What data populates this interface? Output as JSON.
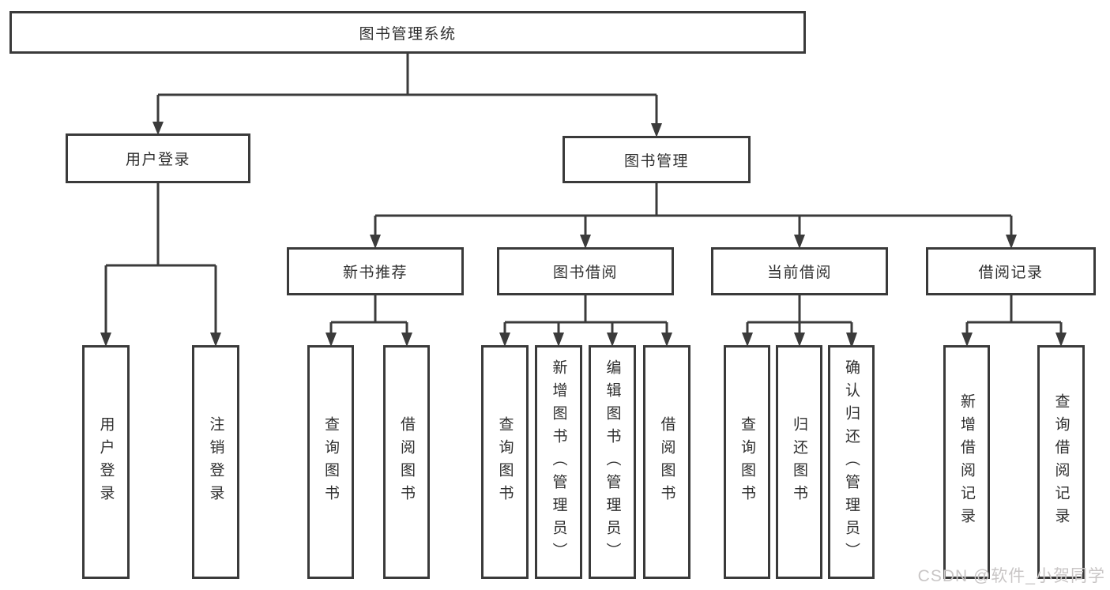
{
  "diagram": {
    "root": {
      "label": "图书管理系统"
    },
    "level2": [
      {
        "label": "用户登录"
      },
      {
        "label": "图书管理"
      }
    ],
    "level3": [
      {
        "label": "新书推荐"
      },
      {
        "label": "图书借阅"
      },
      {
        "label": "当前借阅"
      },
      {
        "label": "借阅记录"
      }
    ],
    "leaves": {
      "user_login": [
        {
          "label": "用户登录"
        },
        {
          "label": "注销登录"
        }
      ],
      "new_books": [
        {
          "label": "查询图书"
        },
        {
          "label": "借阅图书"
        }
      ],
      "book_borrow": [
        {
          "label": "查询图书"
        },
        {
          "label": "新增图书（管理员）"
        },
        {
          "label": "编辑图书（管理员）"
        },
        {
          "label": "借阅图书"
        }
      ],
      "current_borrow": [
        {
          "label": "查询图书"
        },
        {
          "label": "归还图书"
        },
        {
          "label": "确认归还（管理员）"
        }
      ],
      "borrow_records": [
        {
          "label": "新增借阅记录"
        },
        {
          "label": "查询借阅记录"
        }
      ]
    },
    "colors": {
      "line": "#3b3b3b",
      "box_border": "#3a3a3a",
      "text": "#2f2f2f",
      "watermark": "#c9c6c6",
      "background": "#ffffff"
    }
  },
  "watermark": {
    "text": "CSDN @软件_小贺同学"
  }
}
